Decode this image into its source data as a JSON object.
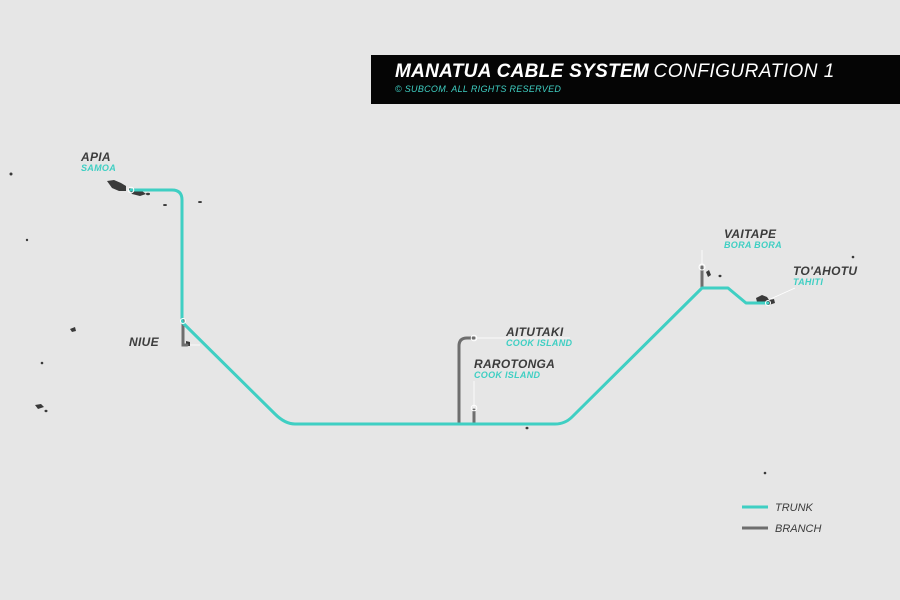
{
  "title": {
    "main": "MANATUA CABLE SYSTEM",
    "sub": "CONFIGURATION 1",
    "copyright": "© SUBCOM. ALL RIGHTS RESERVED"
  },
  "landings": {
    "apia": {
      "name": "APIA",
      "country": "SAMOA"
    },
    "niue": {
      "name": "NIUE"
    },
    "aitutaki": {
      "name": "AITUTAKI",
      "country": "COOK ISLAND"
    },
    "rarotonga": {
      "name": "RAROTONGA",
      "country": "COOK ISLAND"
    },
    "vaitape": {
      "name": "VAITAPE",
      "country": "BORA BORA"
    },
    "toahotu": {
      "name": "TO'AHOTU",
      "country": "TAHITI"
    }
  },
  "legend": {
    "trunk": {
      "label": "TRUNK",
      "color": "#3fcfc3"
    },
    "branch": {
      "label": "BRANCH",
      "color": "#6e6e6e"
    }
  },
  "colors": {
    "background": "#e6e6e6",
    "land": "#3a3a3a",
    "trunk": "#3fcfc3",
    "branch": "#6e6e6e",
    "header": "#050505"
  }
}
